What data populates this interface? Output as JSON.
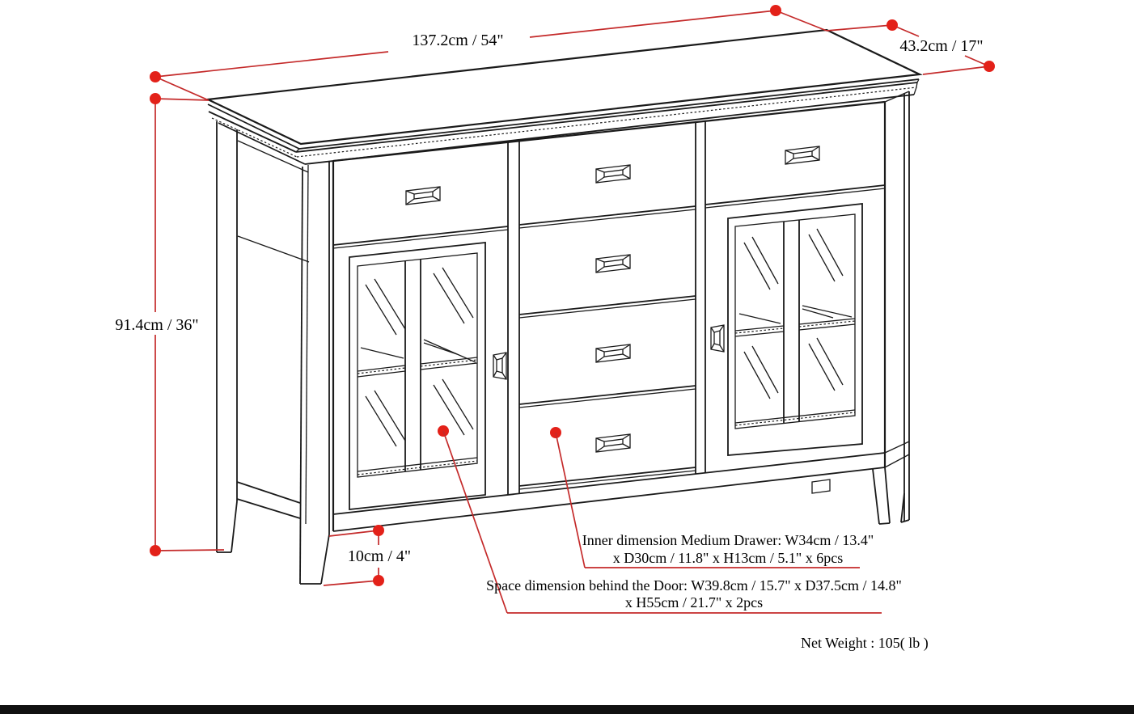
{
  "diagram": {
    "title": "Sideboard dimension diagram",
    "dimensions": {
      "width_label": "137.2cm / 54\"",
      "depth_label": "43.2cm / 17\"",
      "height_label": "91.4cm / 36\"",
      "leg_height_label": "10cm / 4\""
    },
    "annotations": {
      "drawer_line1": "Inner dimension Medium Drawer: W34cm / 13.4\"",
      "drawer_line2": "x D30cm / 11.8\" x H13cm / 5.1\" x 6pcs",
      "door_line1": "Space dimension behind the Door:  W39.8cm / 15.7\" x D37.5cm / 14.8\"",
      "door_line2": "x H55cm / 21.7\" x 2pcs",
      "net_weight": "Net Weight : 105( lb )"
    },
    "colors": {
      "dimension_red": "#c42a2a",
      "dot_red": "#e32119",
      "line_black": "#1a1a1a"
    }
  }
}
